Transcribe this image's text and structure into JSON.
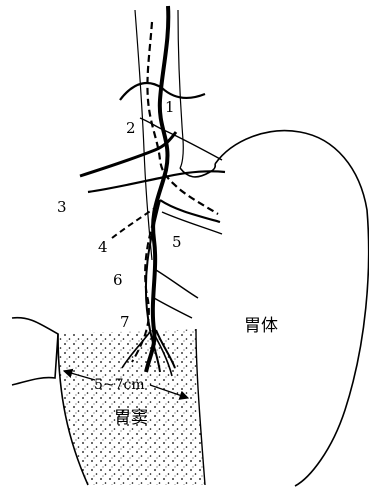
{
  "labels": {
    "n1": "1",
    "n2": "2",
    "n3": "3",
    "n4": "4",
    "n5": "5",
    "n6": "6",
    "n7": "7",
    "body_label": "胃体",
    "antrum_label": "胃窦",
    "measure": "5~7cm"
  }
}
